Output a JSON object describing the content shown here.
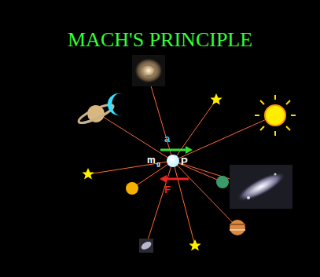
{
  "diagram": {
    "title": "MACH'S PRINCIPLE",
    "labels": [
      "a",
      "m",
      "g",
      "P",
      "F"
    ]
  }
}
